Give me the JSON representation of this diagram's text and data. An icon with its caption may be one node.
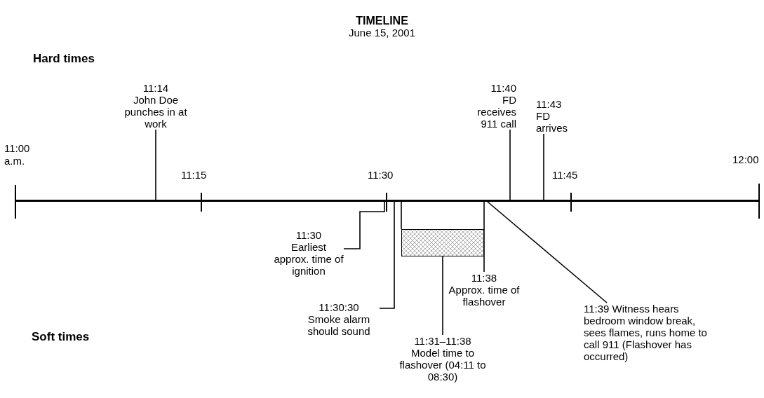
{
  "diagram": {
    "title": "TIMELINE",
    "nodes": [
      {
        "text": [],
        "shape": "bar"
      },
      {
        "text": [
          "11:14",
          "John Doe punches in at work"
        ]
      },
      {
        "text": [
          "11:40",
          "FD receives 911 call"
        ]
      },
      {
        "text": [
          "11:43",
          "FD arrives"
        ]
      },
      {
        "text": [
          "11:30",
          "Earliest approx. time of ignition"
        ]
      },
      {
        "text": [
          "11:30:30",
          "Smoke alarm should sound"
        ]
      },
      {
        "text": [],
        "shape": "box"
      },
      {
        "text": [
          "11:31–11:38",
          "Model time to flashover (04:11 to 08:30)"
        ]
      },
      {
        "text": [
          "11:38",
          "Approx. time of flashover"
        ]
      },
      {
        "text": [
          "11:39 Witness hears bedroom window break, sees flames, runs home to call 911 (Flashover has occurred)"
        ]
      }
    ],
    "edges": [
      {
        "from": 1,
        "to": 0,
        "arrow": "none"
      },
      {
        "from": 2,
        "to": 0,
        "arrow": "none"
      },
      {
        "from": 3,
        "to": 0,
        "arrow": "none"
      },
      {
        "from": 4,
        "to": 0,
        "arrow": "none"
      },
      {
        "from": 5,
        "to": 0,
        "arrow": "none"
      },
      {
        "from": 6,
        "to": 0,
        "arrow": "none"
      },
      {
        "from": 7,
        "to": 6,
        "arrow": "none"
      },
      {
        "from": 8,
        "to": 0,
        "arrow": "none"
      },
      {
        "from": 9,
        "to": 0,
        "arrow": "none"
      }
    ],
    "labels": [
      "June 15, 2001",
      "Hard times",
      "11:00 a.m.",
      "11:15",
      "11:30",
      "11:45",
      "12:00",
      "Soft times"
    ]
  }
}
